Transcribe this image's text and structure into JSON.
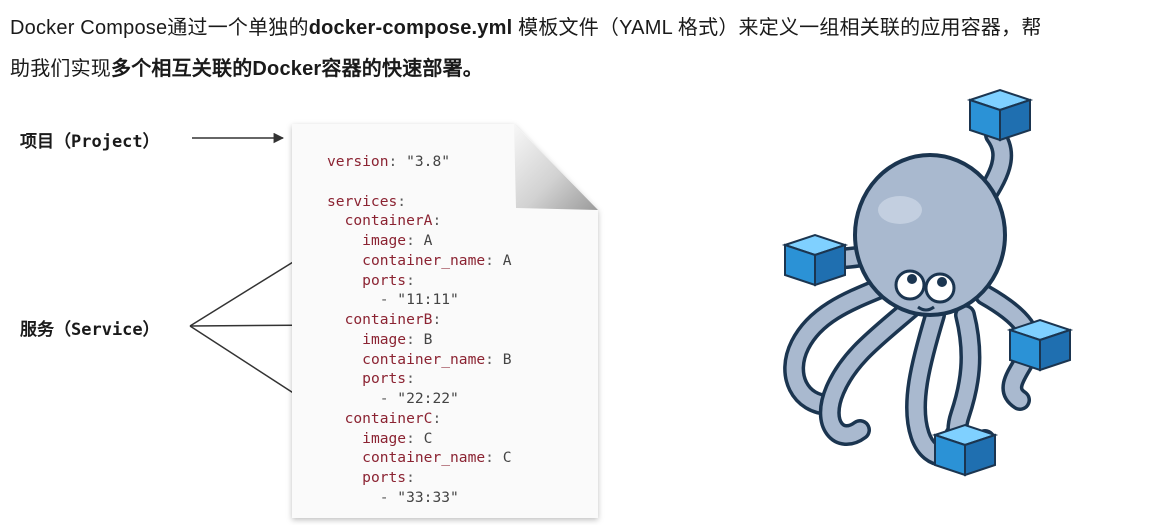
{
  "intro": {
    "line1_a": "Docker Compose通过一个单独的",
    "line1_b": "docker-compose.yml",
    "line1_c": " 模板文件（YAML 格式）来定义一组相关联的应用容器，帮",
    "line2_a": "助我们实现",
    "line2_b": "多个相互关联的Docker容器的快速部署。"
  },
  "labels": {
    "project": "项目（Project）",
    "service": "服务（Service）"
  },
  "yaml": {
    "version_key": "version",
    "version_value": "\"3.8\"",
    "services_key": "services",
    "services": [
      {
        "name": "containerA",
        "image": "A",
        "container_name": "A",
        "port": "\"11:11\""
      },
      {
        "name": "containerB",
        "image": "B",
        "container_name": "B",
        "port": "\"22:22\""
      },
      {
        "name": "containerC",
        "image": "C",
        "container_name": "C",
        "port": "\"33:33\""
      }
    ],
    "image_key": "image",
    "container_name_key": "container_name",
    "ports_key": "ports"
  },
  "colors": {
    "yaml_key": "#8b2332",
    "octopus_body": "#a9b9cf",
    "container_blue": "#2f9fe0"
  },
  "icons": {
    "mascot": "docker-compose-octopus-icon",
    "file": "document-file-icon"
  }
}
